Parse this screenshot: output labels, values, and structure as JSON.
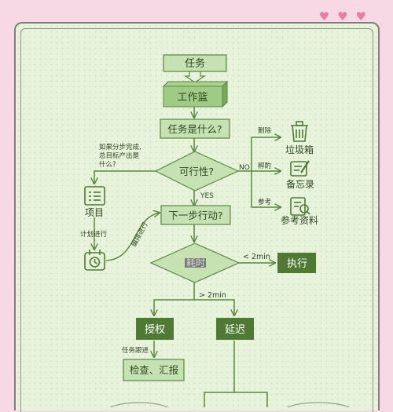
{
  "nodes": {
    "task": "任务",
    "inbox": "工作篮",
    "what": "任务是什么?",
    "actionable": "可行性?",
    "next_action": "下一步行动?",
    "time": "耗时",
    "execute": "执行",
    "delegate": "授权",
    "defer": "延迟",
    "trash": "垃圾箱",
    "memo": "备忘录",
    "reference": "参考资料",
    "project": "项目",
    "check": "检查、汇报"
  },
  "edges": {
    "delete": "删除",
    "incubate": "孵酌",
    "ref": "参考",
    "no": "NO",
    "yes": "YES",
    "lt2": "< 2min",
    "gt2": "> 2min",
    "multi_step_1": "如果分步完成,",
    "multi_step_2": "总目标产出是",
    "multi_step_3": "什么?",
    "plan": "计划进行",
    "schedule": "编排进行",
    "track": "任务跟进"
  },
  "colors": {
    "background": "#f7d9e6",
    "card": "#e8f3db",
    "dark_green": "#4e7a34",
    "light_green": "#c6e2b3",
    "line": "#5b8640",
    "heart": "#ea7aa7"
  },
  "hearts": [
    "heart-icon",
    "heart-icon",
    "heart-icon"
  ]
}
